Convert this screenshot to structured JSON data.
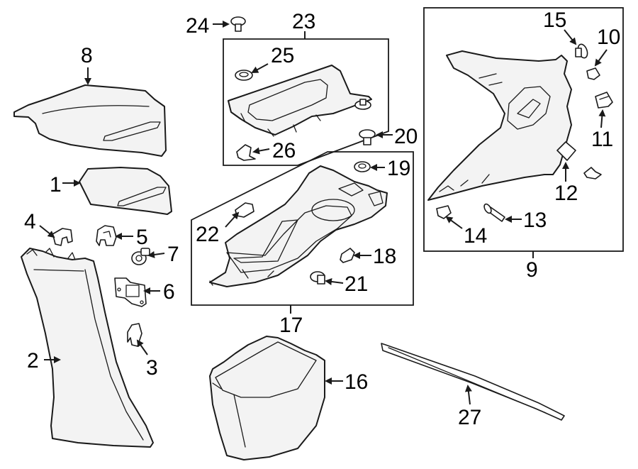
{
  "diagram": {
    "callouts": {
      "c1": "1",
      "c2": "2",
      "c3": "3",
      "c4": "4",
      "c5": "5",
      "c6": "6",
      "c7": "7",
      "c8": "8",
      "c9": "9",
      "c10": "10",
      "c11": "11",
      "c12": "12",
      "c13": "13",
      "c14": "14",
      "c15": "15",
      "c16": "16",
      "c17": "17",
      "c18": "18",
      "c19": "19",
      "c20": "20",
      "c21": "21",
      "c22": "22",
      "c23": "23",
      "c24": "24",
      "c25": "25",
      "c26": "26",
      "c27": "27"
    },
    "colors": {
      "line": "#1a1a1a",
      "fill": "#f3f3f3",
      "background": "#ffffff"
    }
  }
}
